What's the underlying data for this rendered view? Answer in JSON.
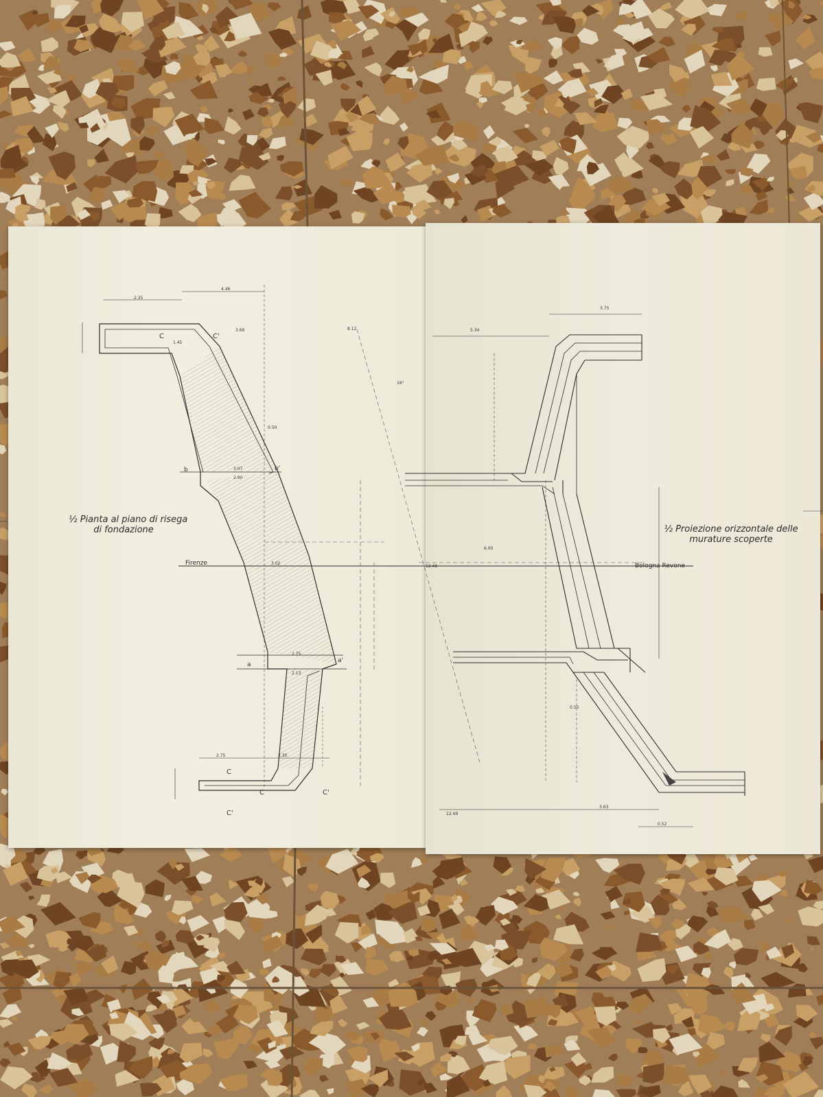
{
  "drawing": {
    "left_title_line1": "½ Pianta al piano di risega",
    "left_title_line2": "di fondazione",
    "right_title_line1": "½ Proiezione orizzontale delle",
    "right_title_line2": "murature scoperte",
    "road_left": "Firenze",
    "road_right": "Bologna Revone",
    "dims": {
      "d235": "2.35",
      "d446": "4.46",
      "d369": "3.69",
      "d145": "1.45",
      "d307": "3.07",
      "d290": "2.90",
      "d302": "3.02",
      "d275": "2.75",
      "d275b": "2.75",
      "d230": "2.30",
      "d213": "2.13",
      "d050": "0.50",
      "d812": "8.12",
      "d534": "5.34",
      "d375": "3.75",
      "d600": "6.00",
      "d1248": "12.48",
      "d1249": "12.49",
      "d050b": "0.50",
      "d363": "3.63",
      "d052": "0.52",
      "d16": "16°"
    },
    "marks": {
      "c1": "C",
      "c2": "C'",
      "b1": "b'",
      "b2": "b",
      "a1": "a",
      "a2": "a'",
      "c3": "C",
      "c4": "C'",
      "c5": "C",
      "c6": "C'"
    }
  },
  "colors": {
    "paper": "#efebdc",
    "ink": "#2a2a2a",
    "hatch": "#8f8b80",
    "floor": "#9a7a55"
  }
}
